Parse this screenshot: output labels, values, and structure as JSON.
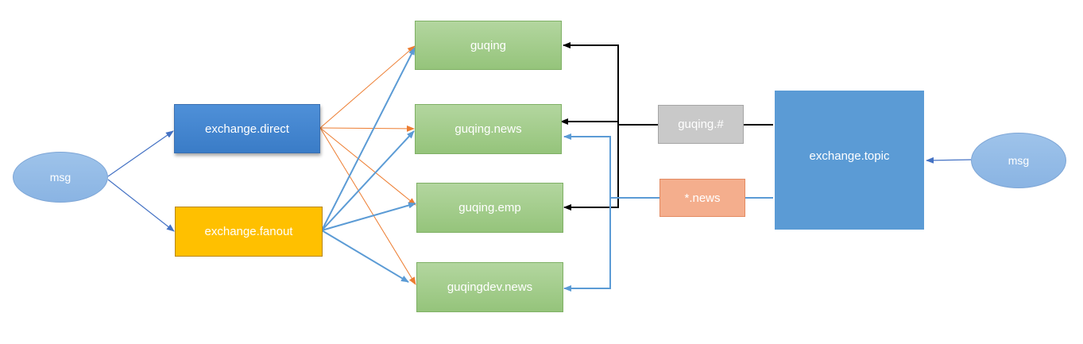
{
  "nodes": {
    "msg_left": "msg",
    "msg_right": "msg",
    "exchange_direct": "exchange.direct",
    "exchange_fanout": "exchange.fanout",
    "exchange_topic": "exchange.topic",
    "queue_guqing": "guqing",
    "queue_guqing_news": "guqing.news",
    "queue_guqing_emp": "guqing.emp",
    "queue_guqingdev_news": "guqingdev.news",
    "routing_key_hash": "guqing.#",
    "routing_key_news": "*.news"
  },
  "colors": {
    "direct_arrow": "#ed7d31",
    "fanout_arrow": "#5b9bd5",
    "hash_binding": "#000000",
    "news_binding": "#5b9bd5",
    "msg_arrow": "#4472c4"
  }
}
